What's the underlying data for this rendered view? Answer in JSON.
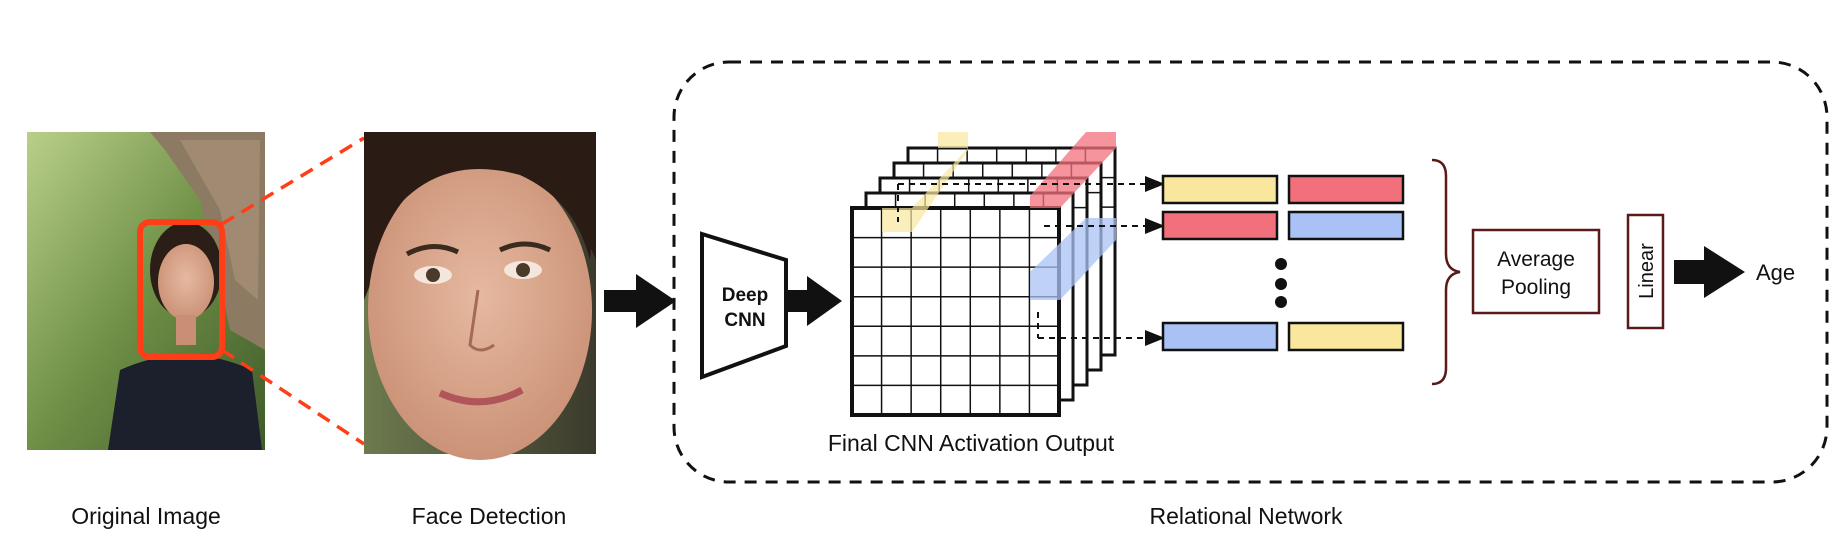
{
  "captions": {
    "original": "Original Image",
    "face": "Face Detection",
    "relational": "Relational Network",
    "activation": "Final CNN Activation Output"
  },
  "blocks": {
    "cnn_line1": "Deep",
    "cnn_line2": "CNN",
    "pool_line1": "Average",
    "pool_line2": "Pooling",
    "linear": "Linear",
    "output": "Age"
  },
  "colors": {
    "yellow": "#f8e79c",
    "red": "#f2707b",
    "blue": "#a9c1f4",
    "detection_box": "#ff3d17",
    "brace": "#5a1a1a"
  },
  "vector_pairs": [
    [
      "yellow",
      "red"
    ],
    [
      "red",
      "blue"
    ],
    [
      "blue",
      "yellow"
    ]
  ],
  "icons": {
    "original_image": "photo-woman-outdoors",
    "face_crop": "photo-face-closeup"
  }
}
